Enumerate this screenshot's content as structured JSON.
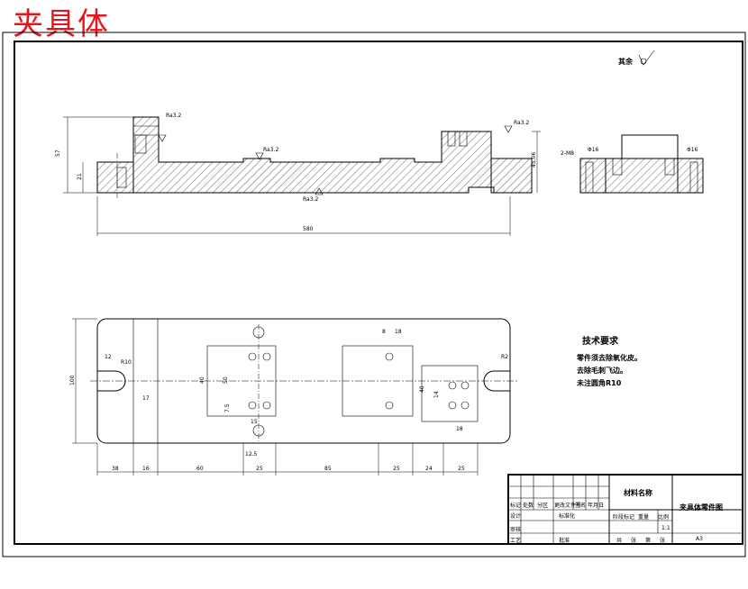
{
  "stamp_text": "夹具体",
  "roughness_note": "其余",
  "tech_requirements": {
    "title": "技术要求",
    "lines": [
      "零件须去除氧化皮。",
      "去除毛刺飞边。",
      "未注圆角R10"
    ]
  },
  "front_view": {
    "overall_length": "580",
    "height_total": "57",
    "height_right": "45.06",
    "height_left_step": "21",
    "roughness_labels": [
      "Ra3.2",
      "Ra3.2",
      "Ra3.2",
      "Ra3.2"
    ]
  },
  "side_view": {
    "labels": [
      "2-M8",
      "Φ16",
      "Φ16"
    ]
  },
  "plan_view": {
    "overall_width": "100",
    "dims_bottom": [
      "38",
      "16",
      "60",
      "25",
      "85",
      "25",
      "24",
      "25"
    ],
    "dims_misc": [
      "12",
      "R10",
      "17",
      "12.5",
      "8",
      "18",
      "40",
      "50",
      "7.5",
      "15",
      "14",
      "18",
      "40",
      "R2"
    ]
  },
  "title_block": {
    "material_label": "材料名称",
    "drawing_name": "夹具体零件图",
    "scale": "1:1",
    "sheet_size": "A3",
    "row_labels": [
      "标记",
      "处数",
      "分区",
      "更改文件号",
      "签名",
      "年月日"
    ],
    "row2_labels": [
      "设计",
      "标准化"
    ],
    "row3_labels": [
      "审核"
    ],
    "row4_labels": [
      "工艺",
      "批准"
    ],
    "stage_labels": [
      "阶段标记",
      "重量",
      "比例"
    ],
    "sheet_labels": [
      "共",
      "张",
      "第",
      "张"
    ]
  }
}
